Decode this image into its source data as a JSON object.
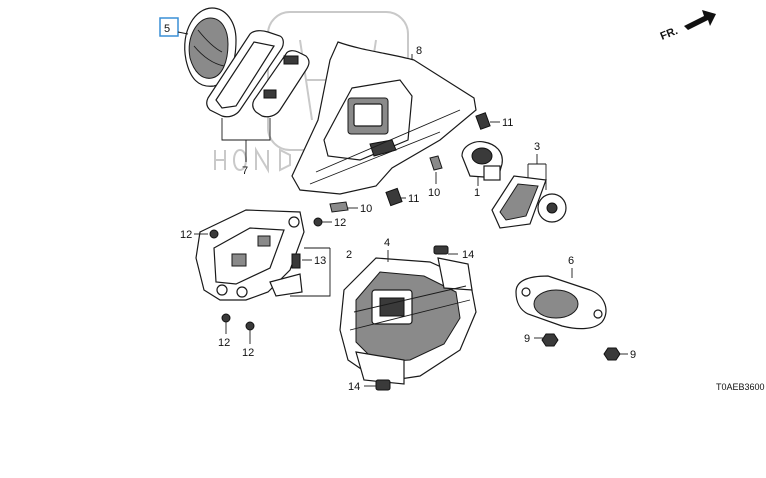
{
  "diagram_code": "T0AEB3600",
  "direction_label": "FR.",
  "highlighted_part": "5",
  "callouts": {
    "p5": "5",
    "p7": "7",
    "p8": "8",
    "p11a": "11",
    "p11b": "11",
    "p10a": "10",
    "p10b": "10",
    "p1": "1",
    "p3": "3",
    "p12a": "12",
    "p12b": "12",
    "p12c": "12",
    "p12d": "12",
    "p13": "13",
    "p2": "2",
    "p4": "4",
    "p14a": "14",
    "p14b": "14",
    "p6": "6",
    "p9a": "9",
    "p9b": "9"
  },
  "colors": {
    "highlight_box": "#3a8fd6",
    "line": "#1a1a1a",
    "watermark": "#c9c9c9"
  }
}
